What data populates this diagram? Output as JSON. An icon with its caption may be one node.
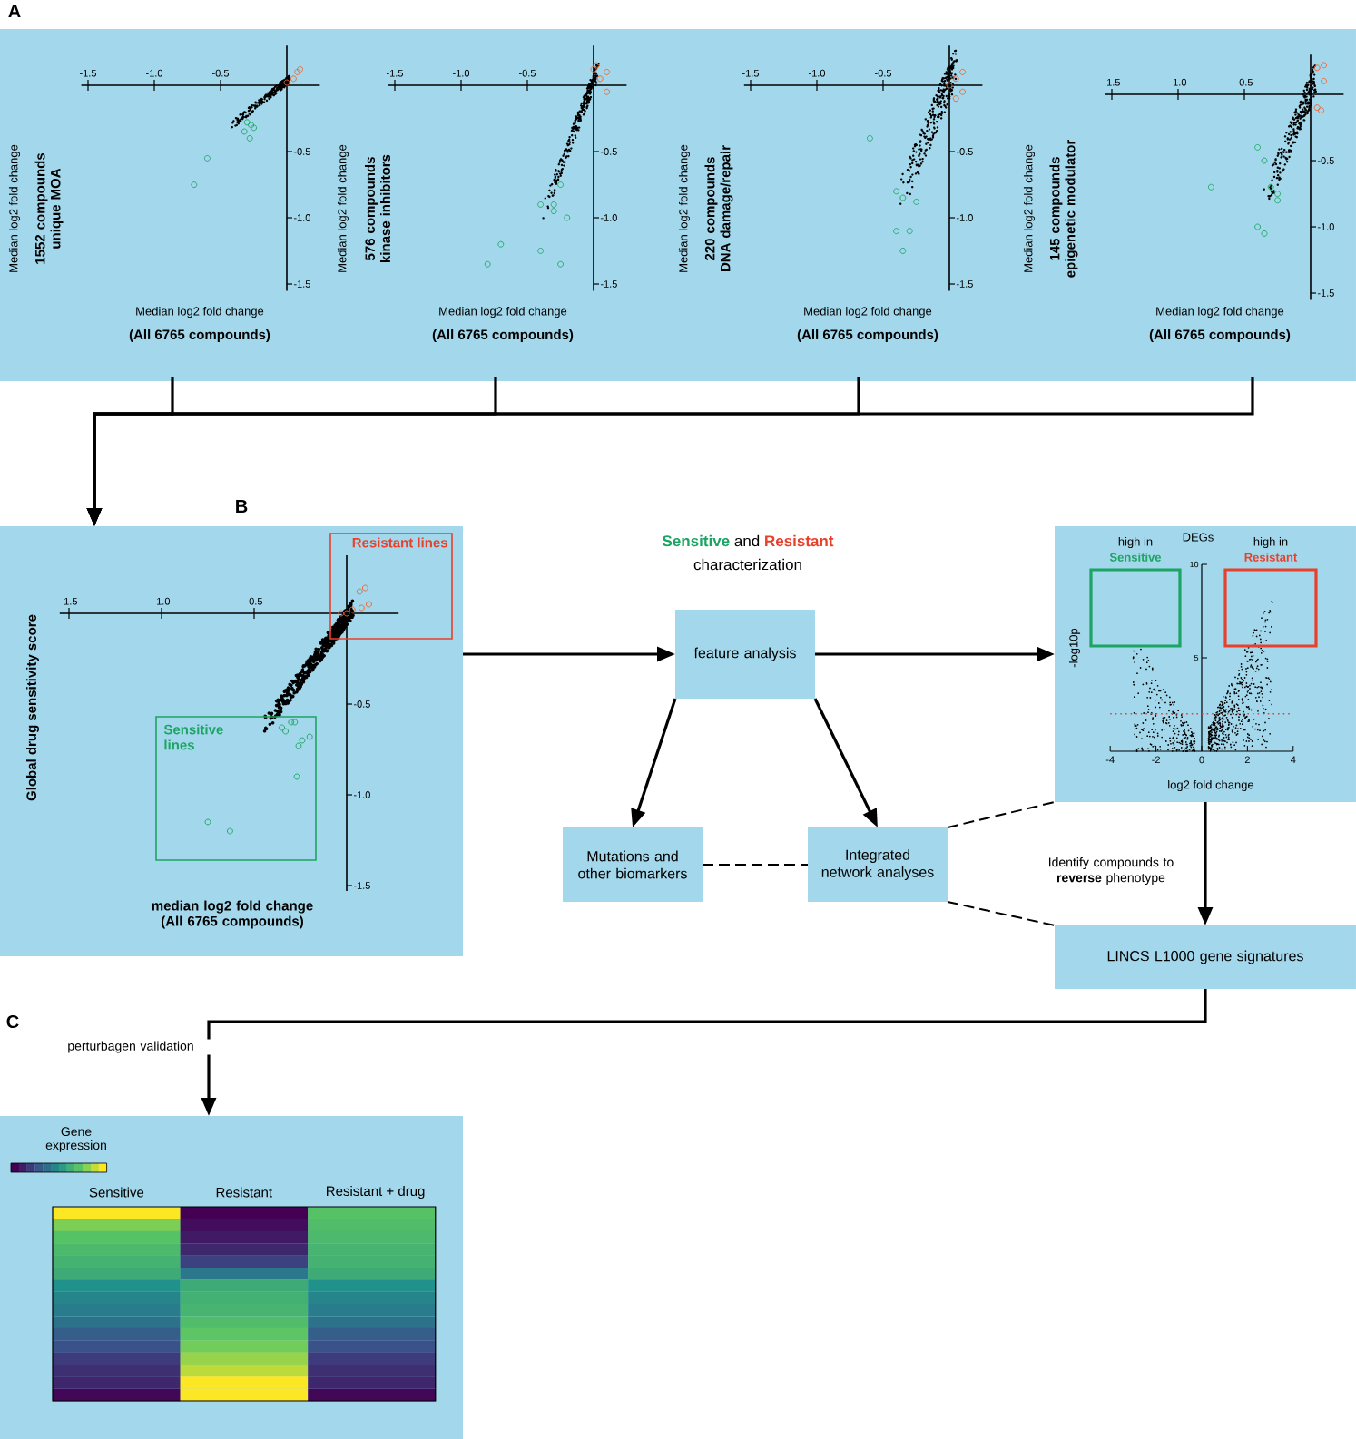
{
  "diagram": {
    "nodes": [
      {
        "text": [],
        "shape": "box"
      },
      {
        "text": [
          "Median log2 fold change",
          "1552 compounds unique MOA",
          "Median log2 fold change",
          "(All 6765 compounds)",
          "-1.5",
          "-1.0",
          "-0.5",
          "-0.5",
          "-1.0",
          "-1.5"
        ],
        "in": 0
      },
      {
        "text": [
          "Median log2 fold change",
          "576 compounds kinase inhibitors",
          "Median log2 fold change",
          "(All 6765 compounds)",
          "-1.5",
          "-1.0",
          "-0.5",
          "-0.5",
          "-1.0",
          "-1.5"
        ],
        "in": 0
      },
      {
        "text": [
          "Median log2 fold change",
          "220 compounds DNA damage/repair",
          "Median log2 fold change",
          "(All 6765 compounds)",
          "-1.5",
          "-1.0",
          "-0.5",
          "-0.5",
          "-1.0",
          "-1.5"
        ],
        "in": 0
      },
      {
        "text": [
          "Median log2 fold change",
          "145 compounds epigenetic modulator",
          "Median log2 fold change",
          "(All 6765 compounds)",
          "-1.5",
          "-1.0",
          "-0.5",
          "-0.5",
          "-1.0",
          "-1.5"
        ],
        "in": 0
      },
      {
        "text": [
          "Global drug sensitivity score",
          "median log2 fold change (All 6765 compounds)",
          "-1.5",
          "-1.0",
          "-0.5",
          "-0.5",
          "-1.0",
          "-1.5"
        ]
      },
      {
        "text": [
          "Resistant lines"
        ],
        "in": 5
      },
      {
        "text": [
          "Sensitive lines"
        ],
        "in": 5
      },
      {
        "text": [
          "feature analysis"
        ]
      },
      {
        "text": [
          "Mutations and other biomarkers"
        ]
      },
      {
        "text": [
          "Integrated network analyses"
        ]
      },
      {
        "text": [
          "DEGs",
          "-log10p",
          "log2 fold change",
          "-4",
          "-2",
          "0",
          "2",
          "4",
          "10",
          "5"
        ]
      },
      {
        "text": [
          "high in",
          "Sensitive"
        ],
        "in": 11
      },
      {
        "text": [
          "high in",
          "Resistant"
        ],
        "in": 11
      },
      {
        "text": [
          "LINCS L1000 gene signatures"
        ]
      },
      {
        "text": [
          "Gene expression",
          "Sensitive",
          "Resistant",
          "Resistant + drug"
        ]
      }
    ],
    "edges": [
      {
        "from": 1,
        "to": 5,
        "arrow": "to"
      },
      {
        "from": 2,
        "to": 5,
        "arrow": "to"
      },
      {
        "from": 3,
        "to": 5,
        "arrow": "to"
      },
      {
        "from": 4,
        "to": 5,
        "arrow": "to"
      },
      {
        "from": 5,
        "to": 8,
        "arrow": "to"
      },
      {
        "from": 8,
        "to": 11,
        "arrow": "to"
      },
      {
        "from": 8,
        "to": 9,
        "arrow": "to"
      },
      {
        "from": 8,
        "to": 10,
        "arrow": "to"
      },
      {
        "from": 9,
        "to": 10,
        "arrow": "none",
        "style": "dashed"
      },
      {
        "from": 10,
        "to": 11,
        "arrow": "none",
        "style": "dashed"
      },
      {
        "from": 10,
        "to": 14,
        "arrow": "none",
        "style": "dashed"
      },
      {
        "from": 11,
        "to": 14,
        "arrow": "to",
        "label": "Identify compounds to **reverse** phenotype"
      },
      {
        "from": 14,
        "to": 15,
        "arrow": "to",
        "label": "perturbagen validation"
      }
    ],
    "labels": [
      "A",
      "B",
      "Sensitive",
      "and",
      "Resistant",
      "characterization",
      "C"
    ]
  }
}
